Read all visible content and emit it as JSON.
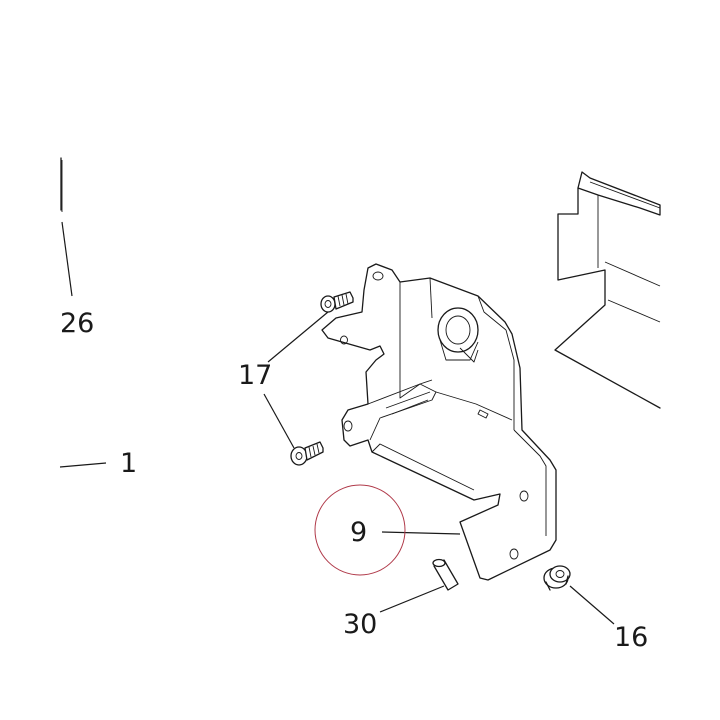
{
  "diagram": {
    "callouts": [
      {
        "id": "26",
        "text": "26"
      },
      {
        "id": "17",
        "text": "17"
      },
      {
        "id": "1",
        "text": "1"
      },
      {
        "id": "9",
        "text": "9"
      },
      {
        "id": "30",
        "text": "30"
      },
      {
        "id": "16",
        "text": "16"
      }
    ],
    "highlight_color": "#b03a4a",
    "line_color": "#1a1a1a"
  }
}
